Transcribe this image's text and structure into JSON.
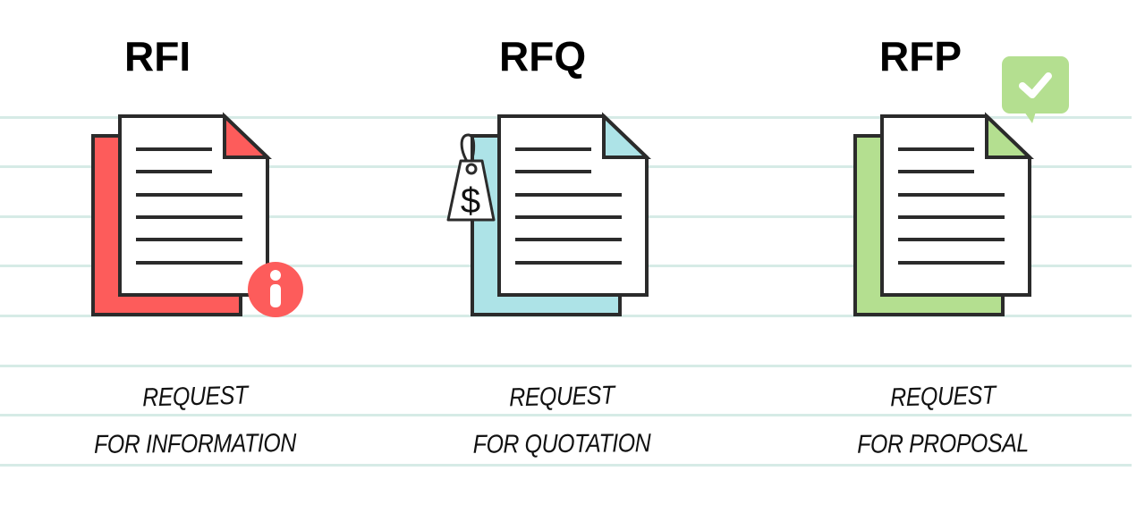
{
  "colors": {
    "rule": "#d6ebe6",
    "outline": "#2b2b2b",
    "rfi_accent": "#fd5c5b",
    "rfq_accent": "#ade3e7",
    "rfp_accent": "#b4df90",
    "text": "#000000"
  },
  "items": [
    {
      "title": "RFI",
      "caption_line1": "REQUEST",
      "caption_line2": "FOR INFORMATION",
      "badge_icon": "info-icon",
      "badge_glyph": "i"
    },
    {
      "title": "RFQ",
      "caption_line1": "REQUEST",
      "caption_line2": "FOR QUOTATION",
      "badge_icon": "price-tag-icon",
      "badge_glyph": "$"
    },
    {
      "title": "RFP",
      "caption_line1": "REQUEST",
      "caption_line2": "FOR PROPOSAL",
      "badge_icon": "checkmark-chat-bubble-icon"
    }
  ]
}
